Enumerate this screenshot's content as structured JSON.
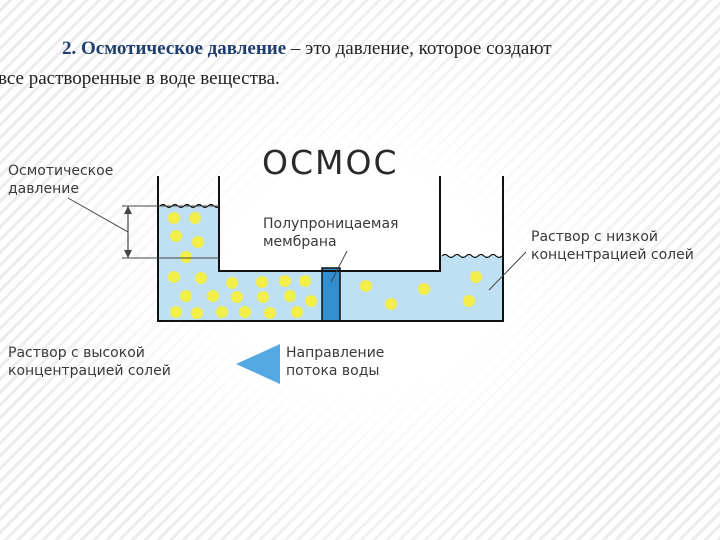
{
  "text": {
    "number": "2.",
    "term": "Осмотическое давление",
    "rest_line1": " – это давление, которое создают",
    "line2": "все растворенные в воде вещества."
  },
  "diagram": {
    "title": "ОСМОС",
    "label_pressure": [
      "Осмотическое",
      "давление"
    ],
    "label_membrane": [
      "Полупроницаемая",
      "мембрана"
    ],
    "label_low": [
      "Раствор с низкой",
      "концентрацией солей"
    ],
    "label_high": [
      "Раствор с высокой",
      "концентрацией солей"
    ],
    "label_flow": [
      "Направление",
      "потока воды"
    ],
    "colors": {
      "water": "#bfe0f3",
      "membrane": "#2f8fd0",
      "particle": "#f2ee4a",
      "arrow": "#55a9e2",
      "outline": "#111111"
    }
  }
}
